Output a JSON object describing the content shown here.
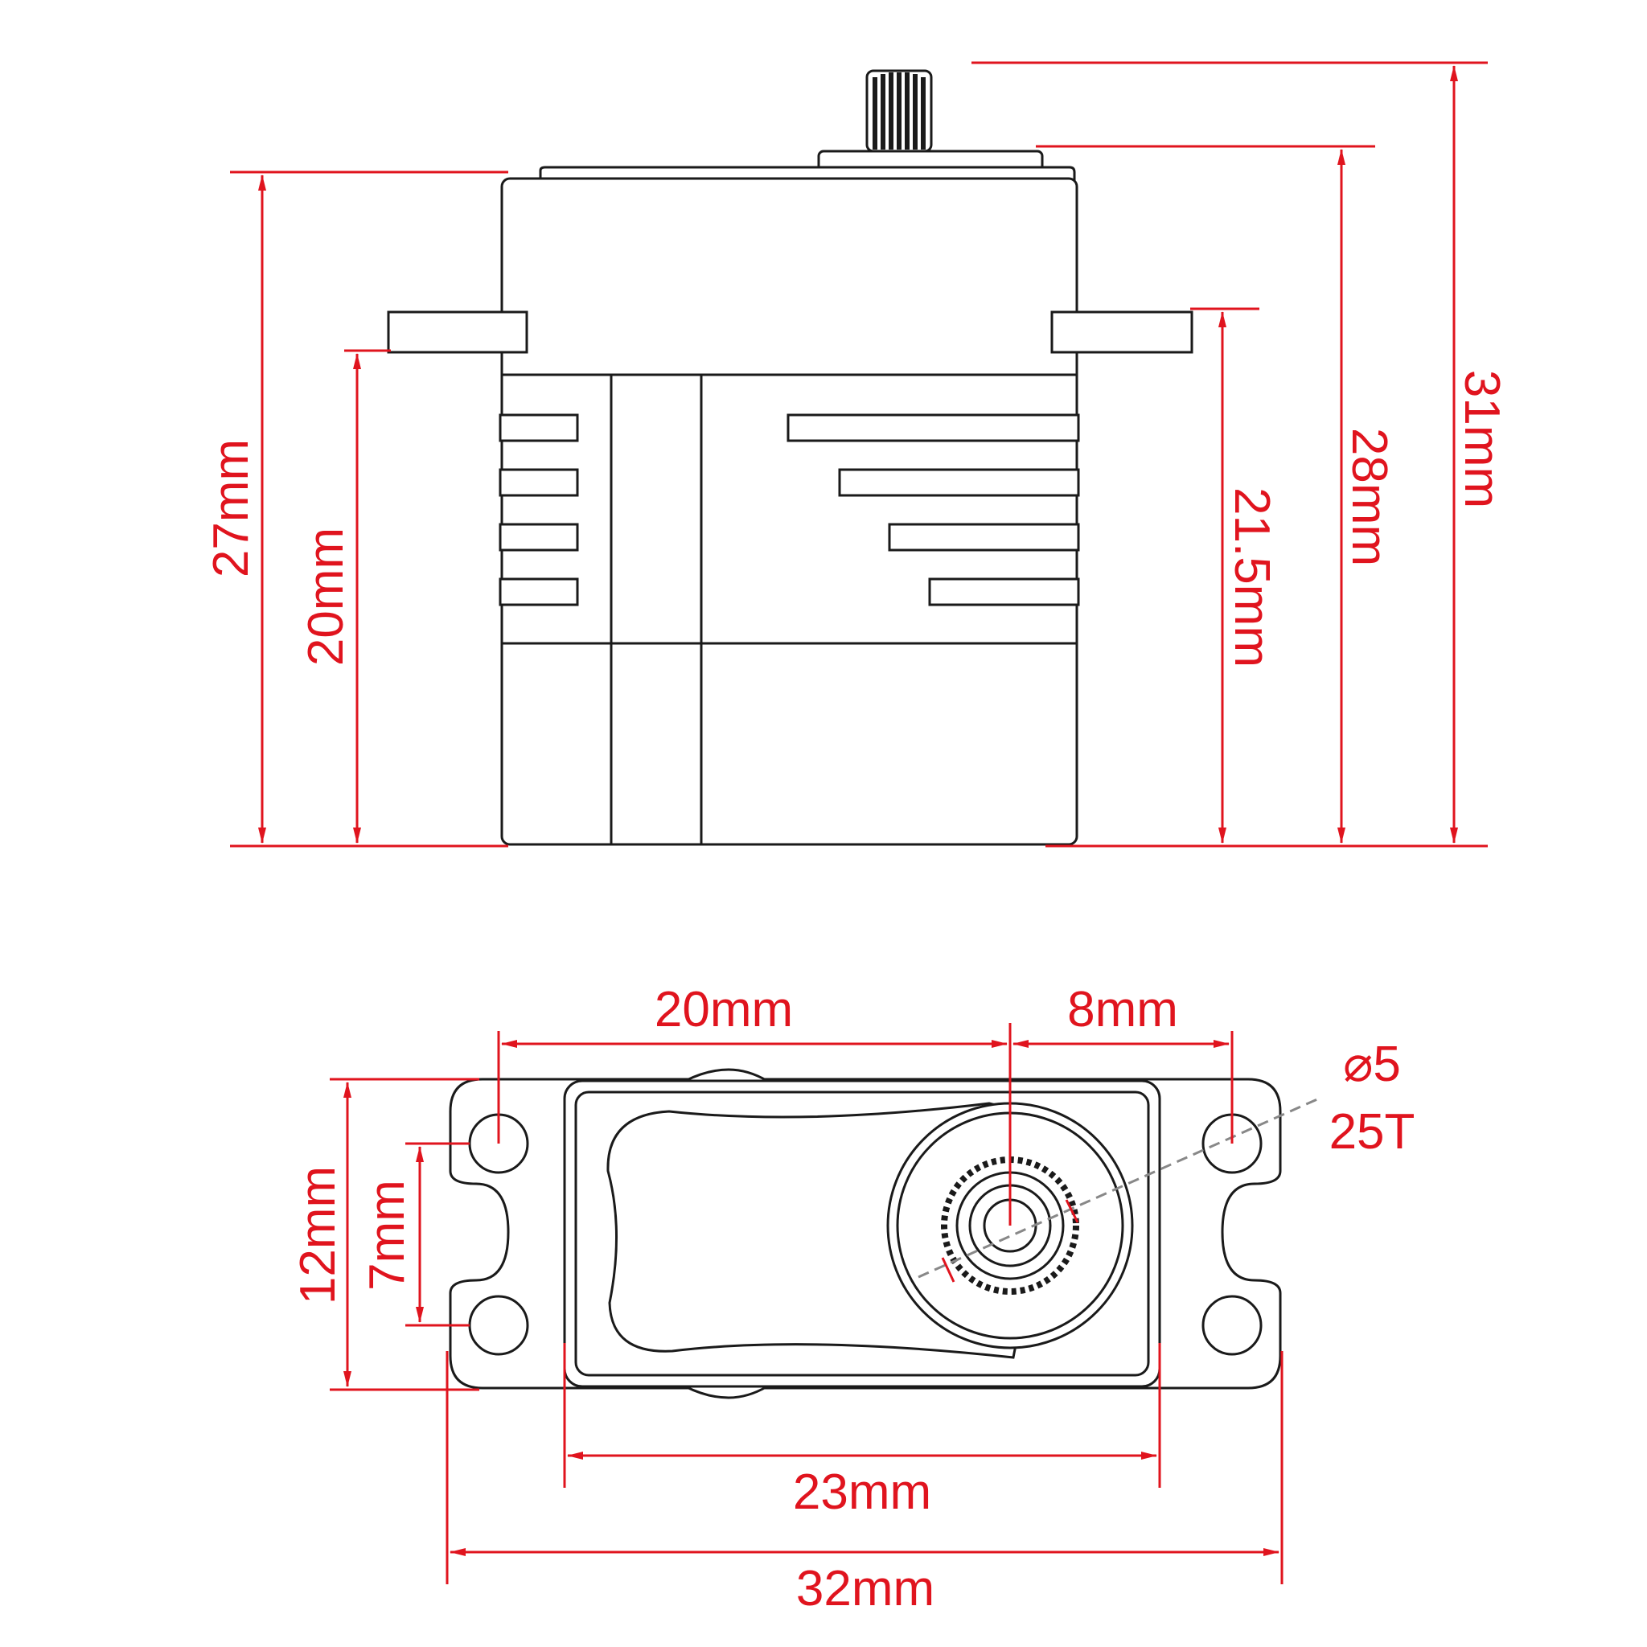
{
  "diagram": {
    "line_color": "#1a1a1a",
    "dimension_color": "#e0141e",
    "front_view": {
      "height_body": "27mm",
      "height_to_tab": "20mm",
      "height_to_tab_top": "21.5mm",
      "height_to_case_top": "28mm",
      "height_total": "31mm"
    },
    "top_view": {
      "hole_spacing_length": "20mm",
      "spline_offset": "8mm",
      "spline_diameter": "⌀5",
      "spline_teeth": "25T",
      "tab_width": "12mm",
      "hole_spacing_width": "7mm",
      "body_length": "23mm",
      "overall_length": "32mm"
    }
  }
}
